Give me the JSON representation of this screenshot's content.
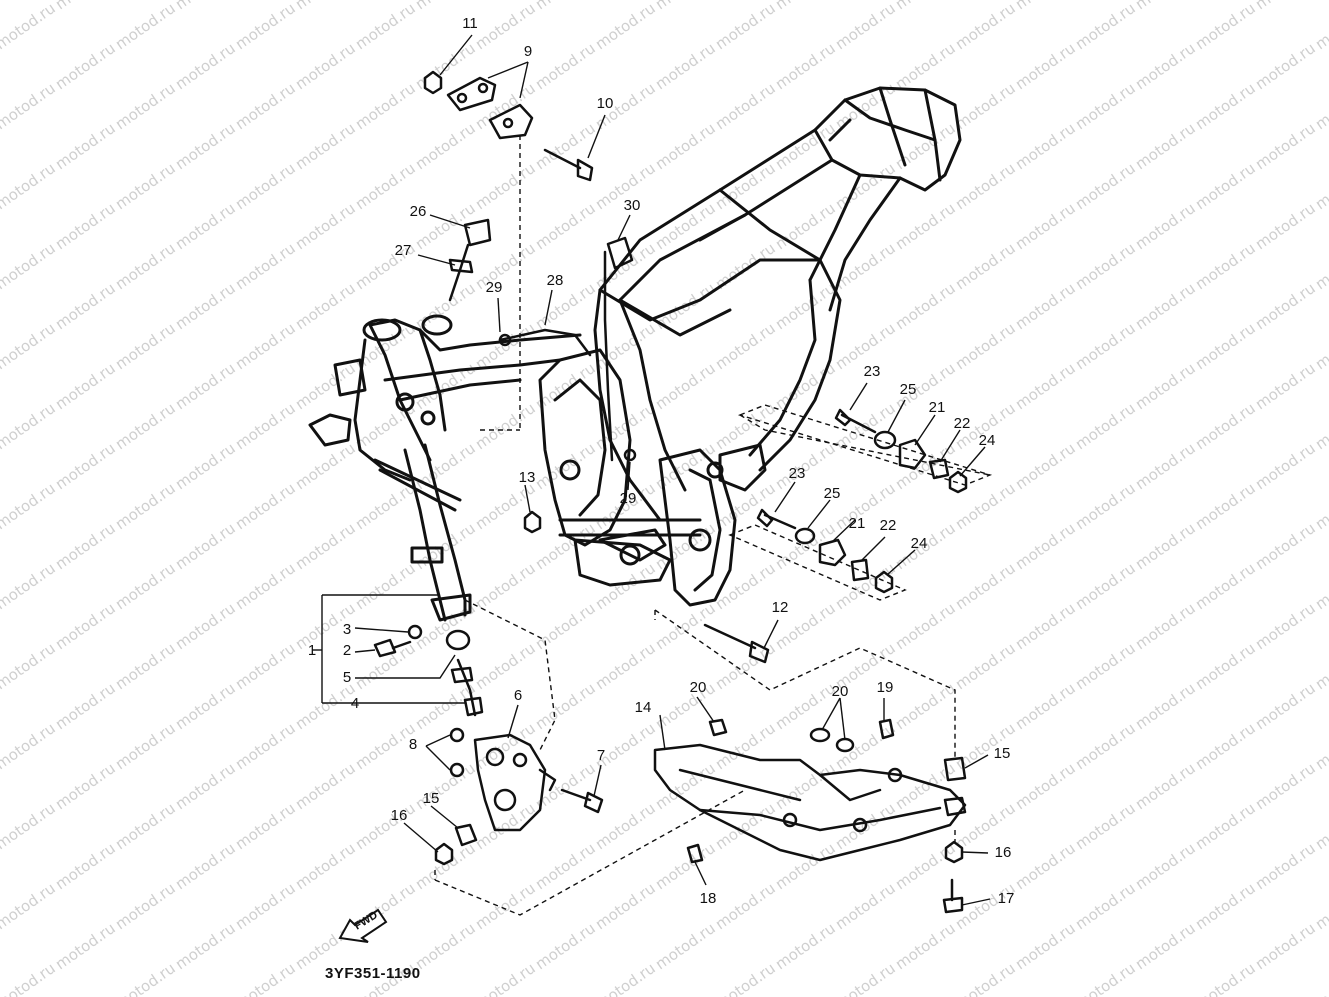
{
  "diagram": {
    "watermark": "motod.ru",
    "caption": "3YF351-1190",
    "fwd_label": "FWD",
    "callouts": [
      "11",
      "9",
      "10",
      "26",
      "27",
      "30",
      "29",
      "28",
      "23",
      "25",
      "21",
      "22",
      "24",
      "13",
      "29",
      "23",
      "25",
      "21",
      "22",
      "24",
      "12",
      "3",
      "1",
      "2",
      "5",
      "4",
      "6",
      "8",
      "7",
      "20",
      "14",
      "20",
      "19",
      "15",
      "16",
      "15",
      "16",
      "18",
      "17"
    ]
  }
}
